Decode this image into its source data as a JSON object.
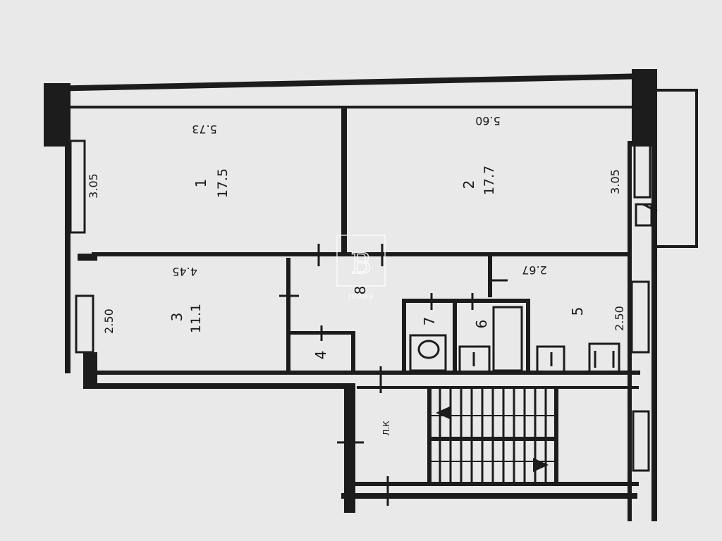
{
  "rooms": [
    {
      "id": "1",
      "area": "17.5",
      "width": "5.73",
      "height": "3.05"
    },
    {
      "id": "2",
      "area": "17.7",
      "width": "5.60",
      "height": "3.05"
    },
    {
      "id": "3",
      "area": "11.1",
      "width": "4.45",
      "height": "2.50"
    },
    {
      "id": "4"
    },
    {
      "id": "5",
      "width": "2.67",
      "height": "2.50"
    },
    {
      "id": "6"
    },
    {
      "id": "7"
    },
    {
      "id": "8"
    }
  ],
  "landing_label": "Л.К",
  "watermark": {
    "letter": "B",
    "text": "ПЛАН Б"
  },
  "colors": {
    "paper": "#e9e9e9",
    "wall": "#1a1a1a",
    "ink": "#1a1a1a"
  }
}
